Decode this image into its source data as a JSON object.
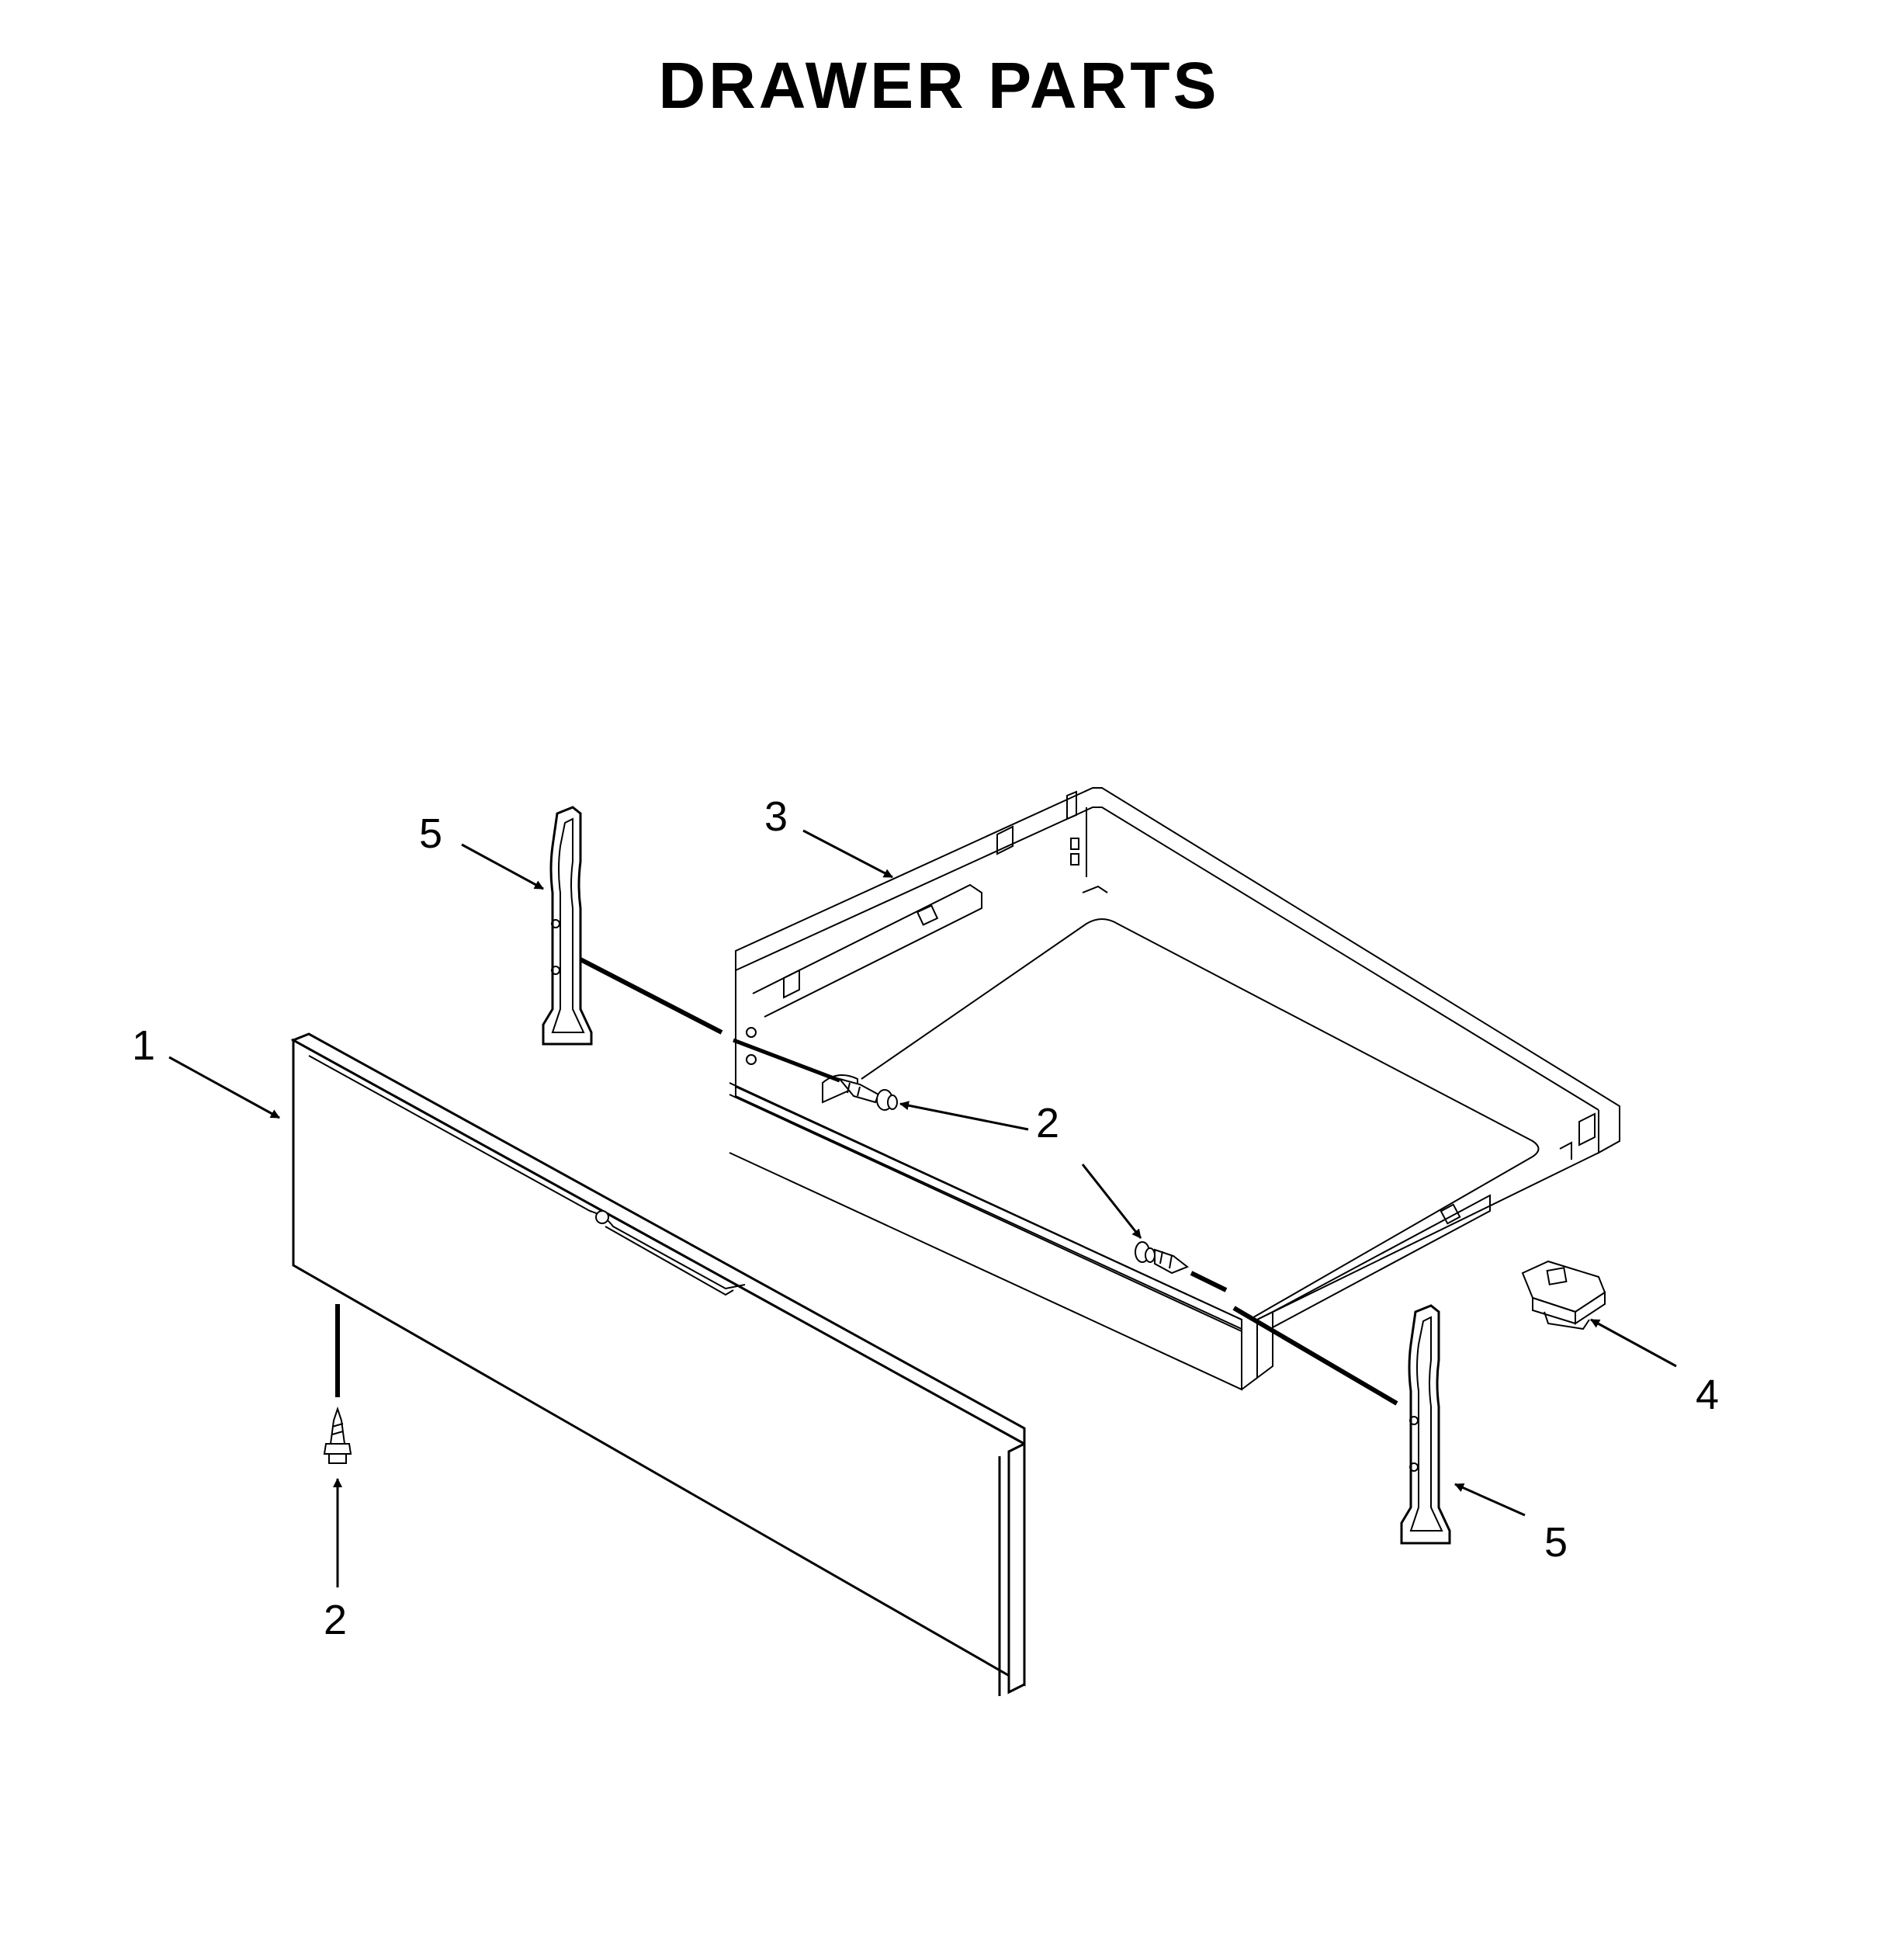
{
  "title": "DRAWER PARTS",
  "callouts": {
    "drawer_front": "1",
    "screw_front": "2",
    "screw_side_left": "2",
    "screw_side_right": "2",
    "drawer_body": "3",
    "clip": "4",
    "bracket_left": "5",
    "bracket_right": "5"
  },
  "colors": {
    "line": "#000000",
    "background": "#ffffff",
    "fill": "#ffffff"
  }
}
